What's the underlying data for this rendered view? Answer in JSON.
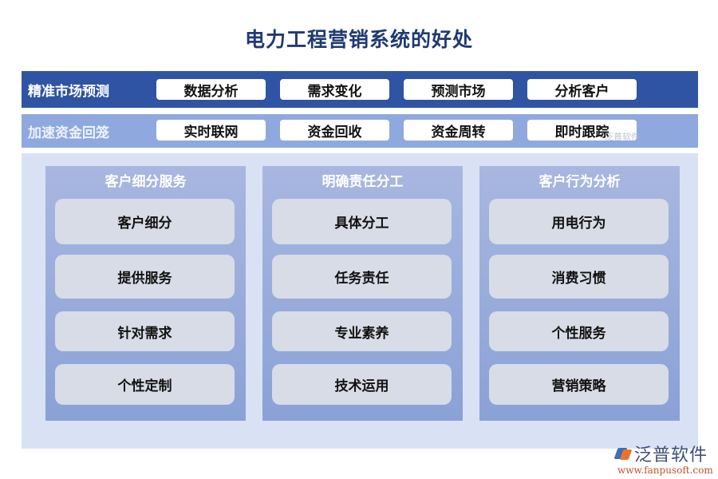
{
  "title": "电力工程营销系统的好处",
  "rows": [
    {
      "label": "精准市场预测",
      "chips": [
        "数据分析",
        "需求变化",
        "预测市场",
        "分析客户"
      ],
      "color": "#2f54a3"
    },
    {
      "label": "加速资金回笼",
      "chips": [
        "实时联网",
        "资金回收",
        "资金周转",
        "即时跟踪"
      ],
      "color": "#8fa9de"
    }
  ],
  "columns": [
    {
      "title": "客户细分服务",
      "items": [
        "客户细分",
        "提供服务",
        "针对需求",
        "个性定制"
      ]
    },
    {
      "title": "明确责任分工",
      "items": [
        "具体分工",
        "任务责任",
        "专业素养",
        "技术运用"
      ]
    },
    {
      "title": "客户行为分析",
      "items": [
        "用电行为",
        "消费习惯",
        "个性服务",
        "营销策略"
      ]
    }
  ],
  "watermark": "泛普软件",
  "logo": {
    "name": "泛普软件",
    "url": "www.fanpusoft.com"
  }
}
